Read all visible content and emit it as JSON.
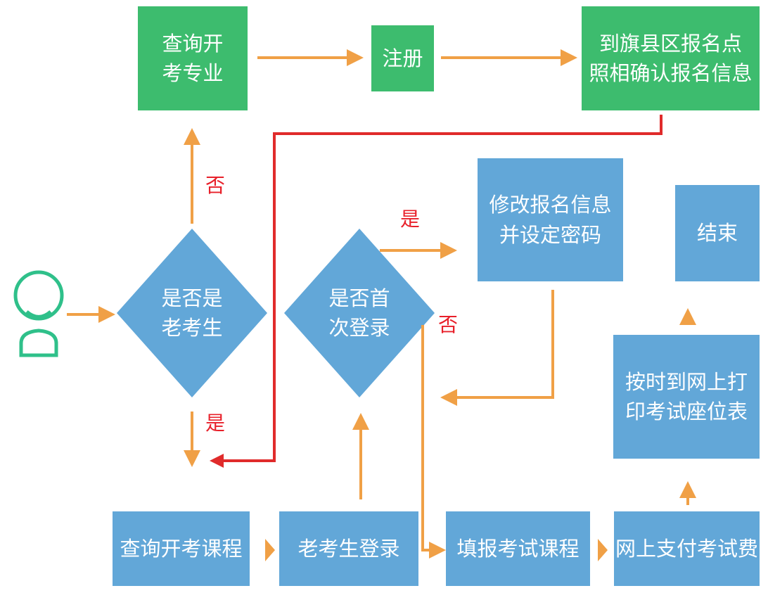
{
  "colors": {
    "green_box": "#3dbc6e",
    "blue_box": "#62a7d8",
    "arrow_orange": "#f0a046",
    "arrow_red": "#e02b2b",
    "label_red": "#e8202a",
    "user_icon": "#2fc08a"
  },
  "nodes": {
    "query_major": "查询开\n考专业",
    "register": "注册",
    "confirm_info": "到旗县区报名点\n照相确认报名信息",
    "is_old_student": "是否是\n老考生",
    "is_first_login": "是否首\n次登录",
    "modify_info": "修改报名信息\n并设定密码",
    "end": "结束",
    "print_seat": "按时到网上打\n印考试座位表",
    "query_course": "查询开考课程",
    "old_login": "老考生登录",
    "fill_course": "填报考试课程",
    "pay_fee": "网上支付考试费"
  },
  "labels": {
    "no_1": "否",
    "yes_1": "是",
    "yes_2": "是",
    "no_2": "否"
  }
}
